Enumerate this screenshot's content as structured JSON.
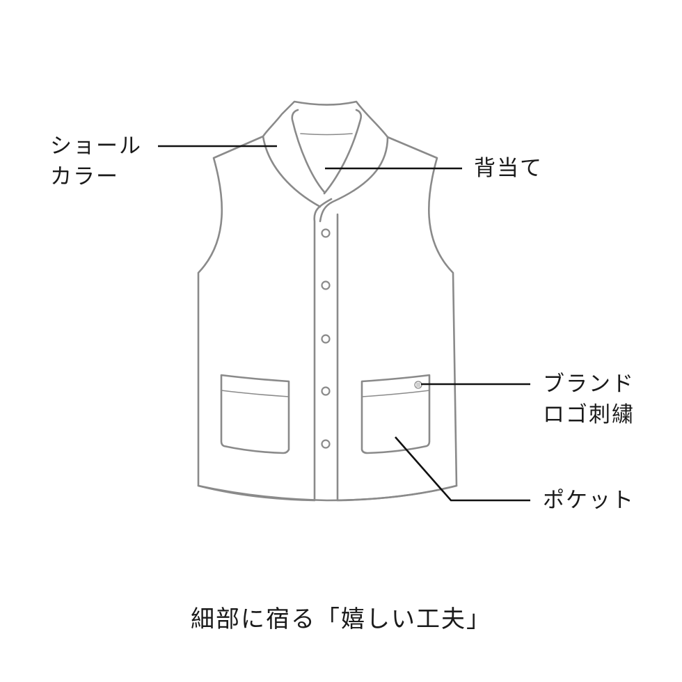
{
  "diagram": {
    "subject": "vest-line-drawing",
    "colors": {
      "garment_stroke": "#8a8a8a",
      "leader_line": "#111111",
      "text": "#1a1a1a",
      "background": "#ffffff"
    },
    "button_count": 5
  },
  "labels": {
    "shawl_collar": {
      "line1": "ショール",
      "line2": "カラー"
    },
    "back_yoke": "背当て",
    "brand_logo": {
      "line1": "ブランド",
      "line2": "ロゴ刺繍"
    },
    "pocket": "ポケット"
  },
  "caption": "細部に宿る「嬉しい工夫」"
}
